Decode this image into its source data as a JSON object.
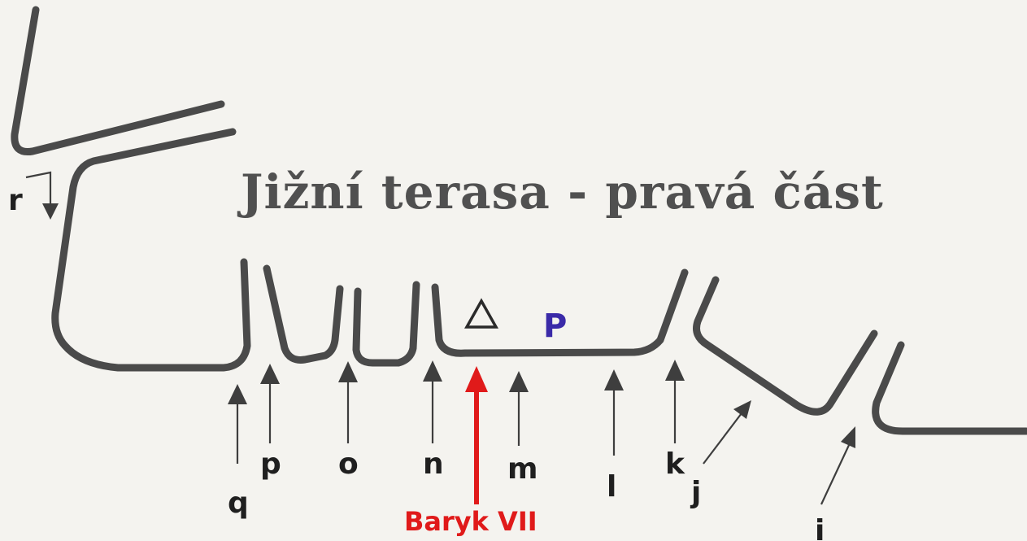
{
  "title": "Jižní terasa - pravá část",
  "highlight": {
    "label": "Baryk VII",
    "color": "#e01a1a"
  },
  "marks": {
    "triangle": "△",
    "p_symbol": "P"
  },
  "routes": [
    "r",
    "q",
    "p",
    "o",
    "n",
    "m",
    "l",
    "k",
    "j",
    "i"
  ]
}
